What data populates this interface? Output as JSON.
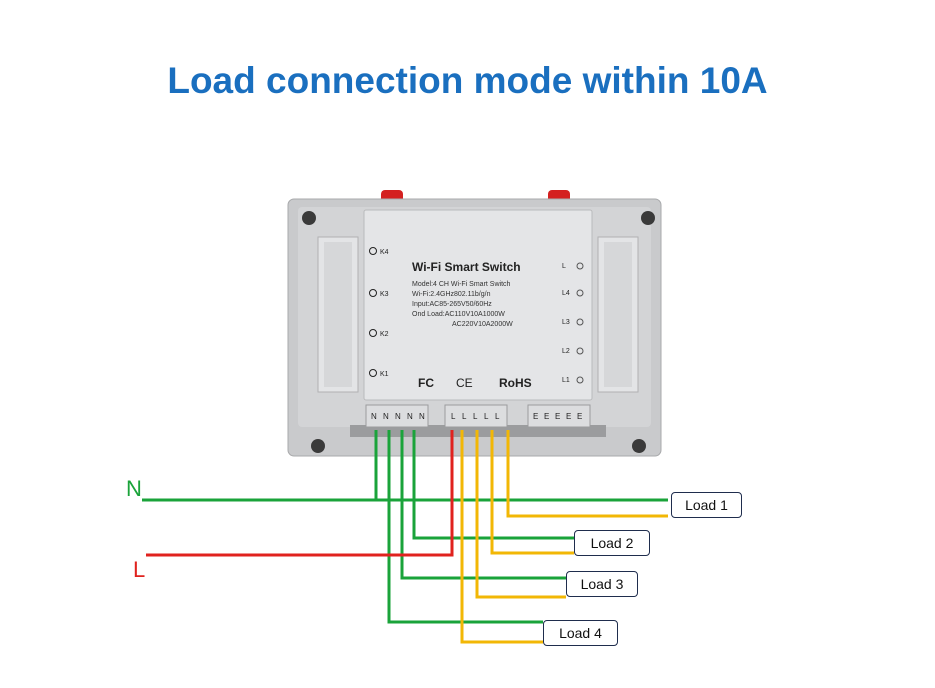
{
  "title": "Load connection mode within 10A",
  "device": {
    "name": "Wi-Fi Smart Switch",
    "spec_model": "Model:4 CH Wi-Fi Smart Switch",
    "spec_wifi": "Wi-Fi:2.4GHz802.11b/g/n",
    "spec_input": "Input:AC85-265V50/60Hz",
    "spec_load1": "Ond Load:AC110V10A1000W",
    "spec_load2": "AC220V10A2000W",
    "cert_fc": "FC",
    "cert_ce": "CE",
    "cert_rohs": "RoHS",
    "buttons": [
      "K4",
      "K3",
      "K2",
      "K1"
    ],
    "indicators": [
      "L",
      "L4",
      "L3",
      "L2",
      "L1"
    ],
    "terminal_labels_n": [
      "N",
      "N",
      "N",
      "N",
      "N"
    ],
    "terminal_labels_l": [
      "L",
      "L",
      "L",
      "L",
      "L"
    ],
    "terminal_labels_e": [
      "E",
      "E",
      "E",
      "E",
      "E"
    ]
  },
  "wires": {
    "neutral_label": "N",
    "line_label": "L",
    "neutral_color": "#1aa33a",
    "line_color": "#e0221e",
    "load_color": "#f2b705"
  },
  "loads": [
    "Load 1",
    "Load 2",
    "Load 3",
    "Load 4"
  ]
}
